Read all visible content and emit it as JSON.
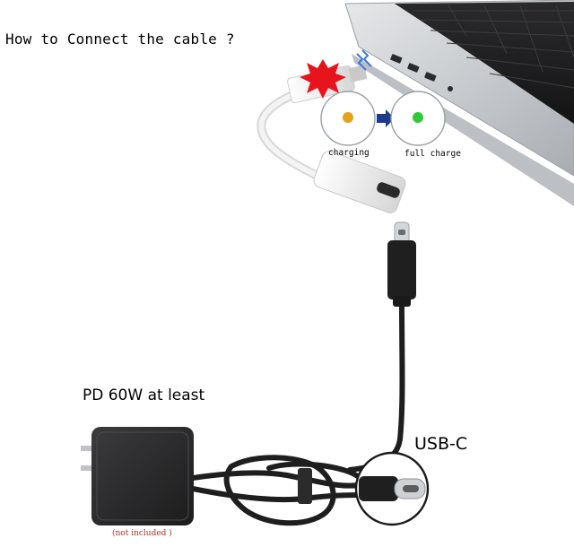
{
  "title": "How to Connect the cable ?",
  "indicator": {
    "charging_label": "charging",
    "full_label": "full charge",
    "charging_color": "#e3a21a",
    "full_color": "#2fc93a",
    "arrow_color": "#1b3c8c"
  },
  "adapter": {
    "power_label": "PD 60W at least",
    "note": "(not included )"
  },
  "connector": {
    "label": "USB-C"
  },
  "colors": {
    "spark": "#e8141c",
    "laptop": "#c8cbcf",
    "cable_white": "#eeeeee",
    "cable_black": "#1e1e1e",
    "note": "#b0322a"
  }
}
